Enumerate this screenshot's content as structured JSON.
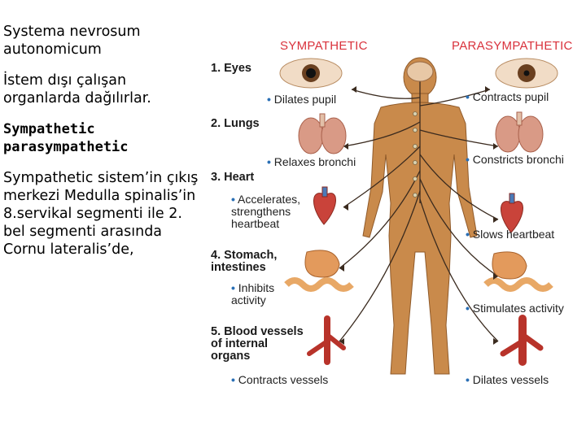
{
  "left_text": {
    "p1": "Systema nevrosum autonomicum",
    "p2": "İstem dışı çalışan organlarda dağılırlar.",
    "p3": "Sympathetic parasympathetic",
    "p4": "Sympathetic sistem’in çıkış merkezi Medulla spinalis’in 8.servikal segmenti ile 2. bel segmenti arasında Cornu lateralis’de,"
  },
  "figure": {
    "sympathetic_header": "SYMPATHETIC",
    "parasympathetic_header": "PARASYMPATHETIC",
    "organs": [
      {
        "title": "1. Eyes",
        "sympathetic": "Dilates pupil",
        "parasympathetic": "Contracts pupil"
      },
      {
        "title": "2. Lungs",
        "sympathetic": "Relaxes bronchi",
        "parasympathetic": "Constricts bronchi"
      },
      {
        "title": "3. Heart",
        "sympathetic": "Accelerates, strengthens heartbeat",
        "parasympathetic": "Slows heartbeat"
      },
      {
        "title": "4. Stomach, intestines",
        "sympathetic": "Inhibits activity",
        "parasympathetic": "Stimulates activity"
      },
      {
        "title": "5. Blood vessels of internal organs",
        "sympathetic": "Contracts vessels",
        "parasympathetic": "Dilates vessels"
      }
    ],
    "bullet": "•"
  },
  "colors": {
    "header_red": "#d9323c",
    "bullet_blue": "#2a6fb5",
    "skin": "#c98a4b",
    "nerve": "#3a2a1e",
    "organ_red": "#c9433a"
  }
}
